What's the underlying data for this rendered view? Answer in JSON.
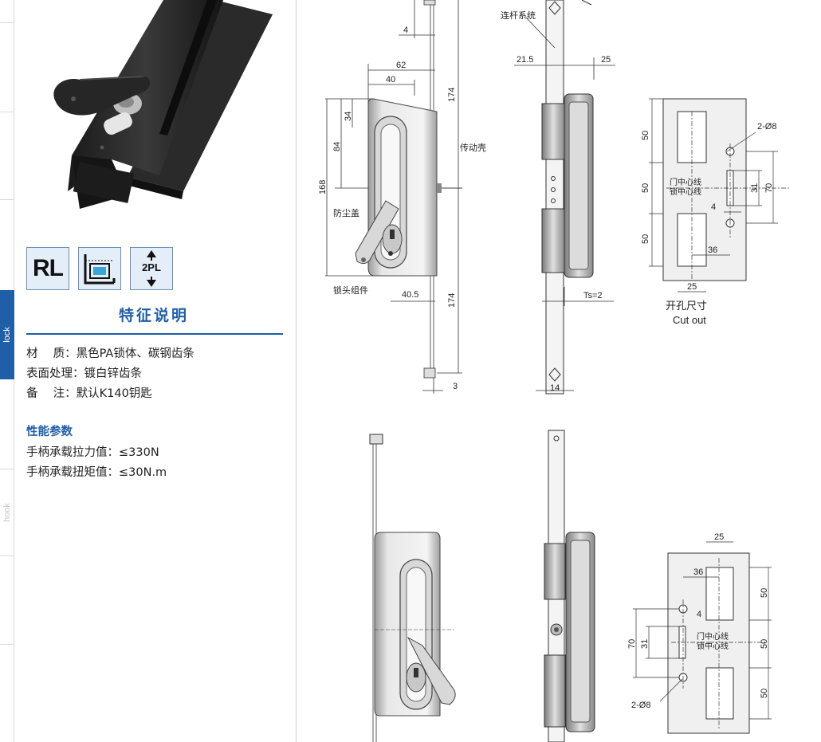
{
  "nav": {
    "tabs": [
      {
        "label": "lock",
        "active": true
      },
      {
        "label": "hook",
        "active": false
      }
    ]
  },
  "features": {
    "icons": [
      {
        "name": "rl",
        "label": "RL"
      },
      {
        "name": "frame-mount",
        "label": ""
      },
      {
        "name": "2pl",
        "label": "2PL"
      }
    ],
    "section_title": "特征说明"
  },
  "specs": {
    "lines": [
      "材　 质：黑色PA锁体、碳钢齿条",
      "表面处理：镀白锌齿条",
      "备　 注：默认K140钥匙"
    ]
  },
  "performance": {
    "title": "性能参数",
    "lines": [
      "手柄承载拉力值：≤330N",
      "手柄承载扭矩值：≤30N.m"
    ]
  },
  "drawing": {
    "front_labels": {
      "d4": "4",
      "d62": "62",
      "d40": "40",
      "d174_top": "174",
      "d34": "34",
      "d84": "84",
      "d168": "168",
      "d40_5": "40.5",
      "d174_bottom": "174",
      "d3": "3",
      "shell": "传动壳",
      "dust_cover": "防尘盖",
      "lock_cylinder": "锁头组件"
    },
    "side_labels": {
      "rod_system": "连杆系统",
      "d21_5": "21.5",
      "d25": "25",
      "ts": "Ts=2",
      "d14": "14"
    },
    "cutout_top": {
      "hole_label": "2-Ø8",
      "d50a": "50",
      "d50b": "50",
      "d50c": "50",
      "centerline_1": "门中心线",
      "centerline_2": "锁中心线",
      "d31": "31",
      "d70": "70",
      "d4": "4",
      "d36": "36",
      "d25": "25",
      "caption_cn": "开孔尺寸",
      "caption_en": "Cut out"
    },
    "cutout_bottom": {
      "d25": "25",
      "d36": "36",
      "d4": "4",
      "d70": "70",
      "d31": "31",
      "centerline_1": "门中心线",
      "centerline_2": "锁中心线",
      "d50a": "50",
      "d50b": "50",
      "d50c": "50",
      "hole_label": "2-Ø8"
    }
  }
}
